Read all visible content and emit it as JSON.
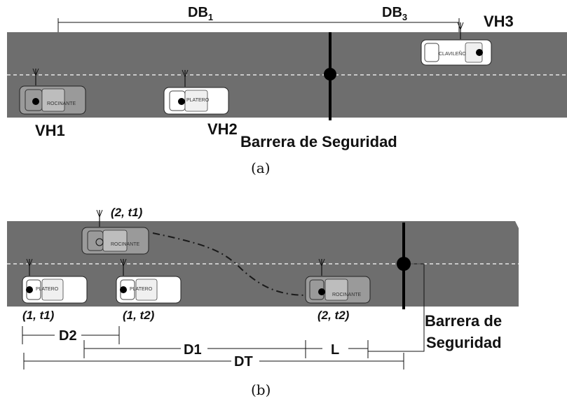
{
  "panel_a": {
    "distance_db1": "DB",
    "distance_db1_sub": "1",
    "distance_db3": "DB",
    "distance_db3_sub": "3",
    "vehicle_1_label": "VH1",
    "vehicle_2_label": "VH2",
    "vehicle_3_label": "VH3",
    "barrier_label": "Barrera de Seguridad",
    "car_1_name": "ROCINANTE",
    "car_2_name": "PLATERO",
    "car_3_name": "CLAVILEÑO",
    "caption": "(a)"
  },
  "panel_b": {
    "pos_2_t1": "(2, t1)",
    "pos_1_t1": "(1, t1)",
    "pos_1_t2": "(1, t2)",
    "pos_2_t2": "(2, t2)",
    "car_overtaking_name": "ROCINANTE",
    "car_platero_t1_name": "PLATERO",
    "car_platero_t2_name": "PLATERO",
    "car_rocinante_t2_name": "ROCINANTE",
    "barrier_line1": "Barrera de",
    "barrier_line2": "Seguridad",
    "dist_d2": "D2",
    "dist_d1": "D1",
    "dist_l": "L",
    "dist_dt": "DT",
    "caption": "(b)"
  },
  "colors": {
    "road": "#6e6e6e",
    "lane_dash": "#e6e6e6",
    "car_body_white": "#ffffff",
    "car_body_grey": "#9a9a9a",
    "ink": "#111111"
  }
}
